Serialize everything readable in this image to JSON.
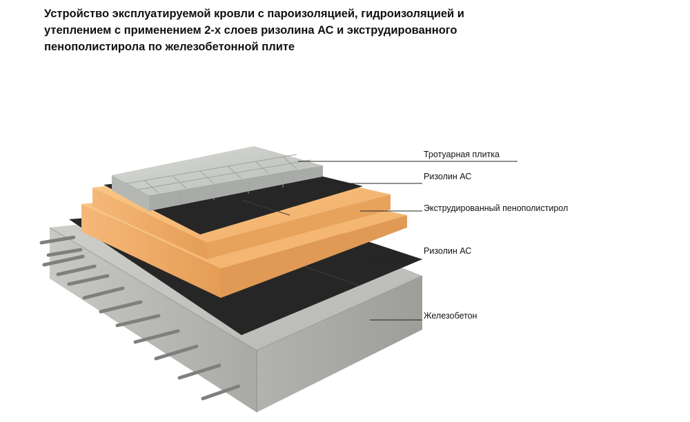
{
  "title": {
    "line1": "Устройство эксплуатируемой кровли с пароизоляцией, гидроизоляцией и",
    "line2": "утеплением с применением 2-х слоев ризолина АС и экструдированного",
    "line3": "пенополистирола по железобетонной плите"
  },
  "labels": {
    "paving": "Тротуарная плитка",
    "rizolin_top": "Ризолин АС",
    "xps": "Экструдированный пенополистирол",
    "rizolin_bottom": "Ризолин АС",
    "concrete": "Железобетон"
  },
  "colors": {
    "concrete": "#b9b9b5",
    "membrane": "#2a2a2a",
    "foam": "#f4b06a",
    "paving": "#c9ccc8",
    "rebar": "#8a8a88"
  }
}
